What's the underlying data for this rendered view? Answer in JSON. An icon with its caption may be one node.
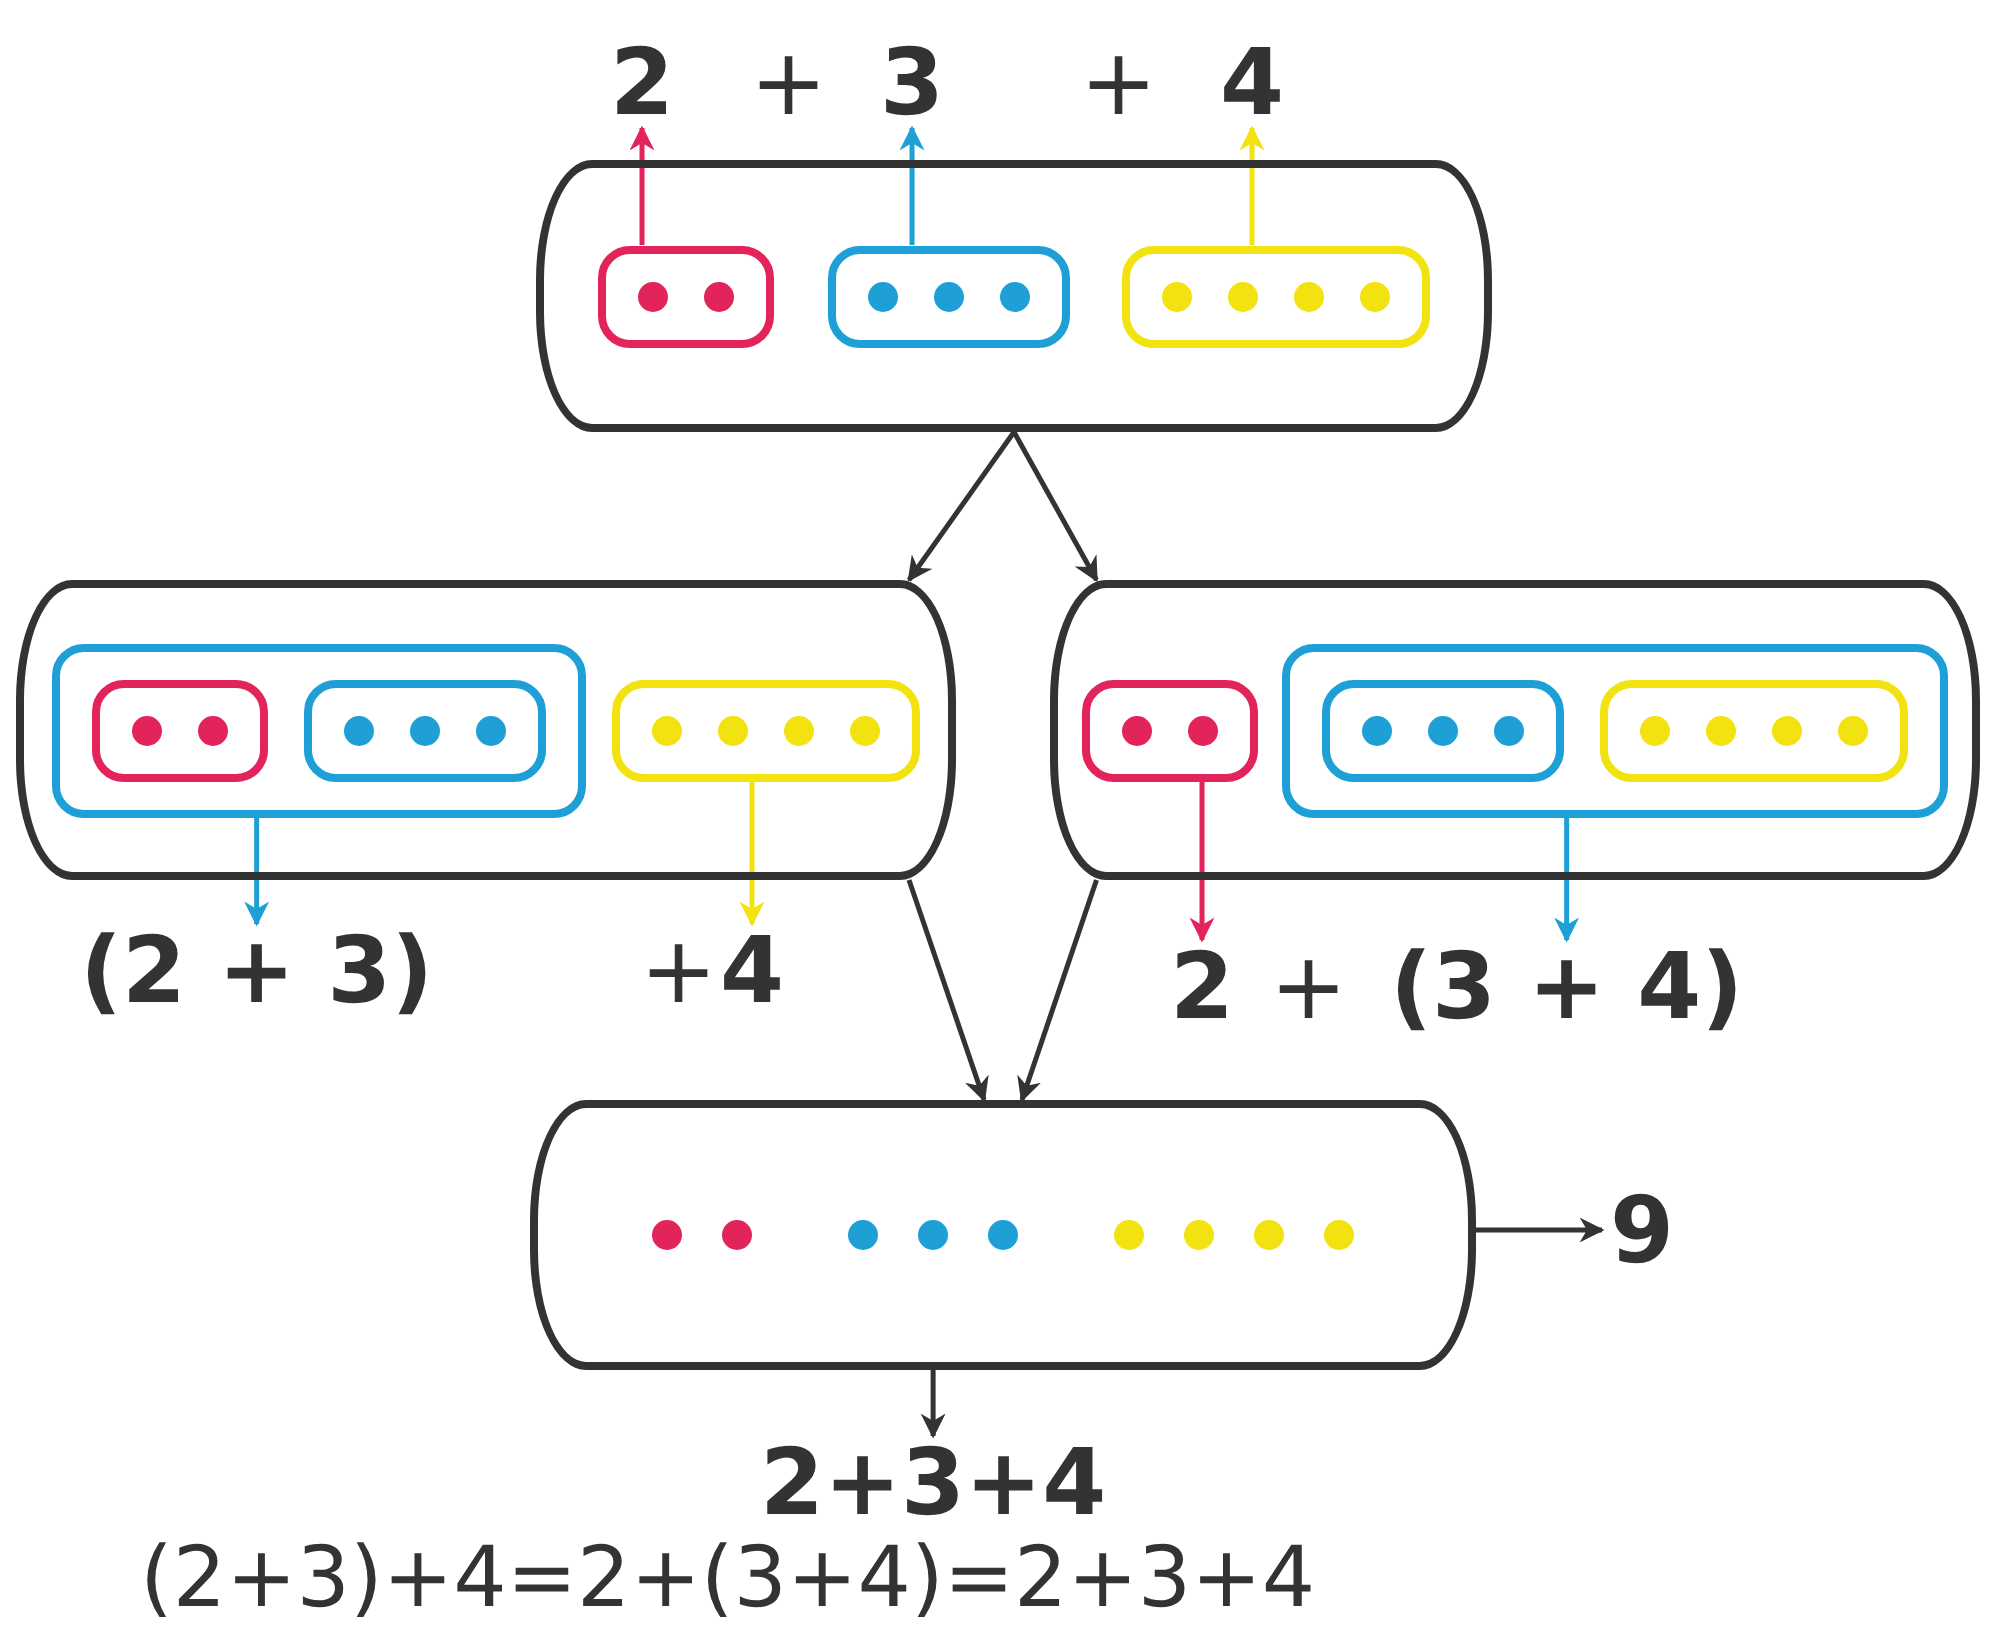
{
  "diagram": {
    "caption": "(2+3)+4=2+(3+4)=2+3+4",
    "nodes": [
      {
        "text": [
          "2"
        ]
      },
      {
        "text": [
          "3"
        ]
      },
      {
        "text": [
          "4"
        ]
      },
      {
        "text": [],
        "shape": "box"
      },
      {
        "text": [],
        "shape": "box",
        "in": 3
      },
      {
        "text": [],
        "shape": "circle",
        "in": 4
      },
      {
        "text": [],
        "shape": "circle",
        "in": 4
      },
      {
        "text": [],
        "shape": "box",
        "in": 3
      },
      {
        "text": [],
        "shape": "circle",
        "in": 7
      },
      {
        "text": [],
        "shape": "circle",
        "in": 7
      },
      {
        "text": [],
        "shape": "circle",
        "in": 7
      },
      {
        "text": [],
        "shape": "box",
        "in": 3
      },
      {
        "text": [],
        "shape": "circle",
        "in": 11
      },
      {
        "text": [],
        "shape": "circle",
        "in": 11
      },
      {
        "text": [],
        "shape": "circle",
        "in": 11
      },
      {
        "text": [],
        "shape": "circle",
        "in": 11
      },
      {
        "text": [],
        "shape": "box"
      },
      {
        "text": [],
        "shape": "box",
        "in": 16
      },
      {
        "text": [],
        "shape": "box",
        "in": 17
      },
      {
        "text": [],
        "shape": "circle",
        "in": 18
      },
      {
        "text": [],
        "shape": "circle",
        "in": 18
      },
      {
        "text": [],
        "shape": "box",
        "in": 17
      },
      {
        "text": [],
        "shape": "circle",
        "in": 21
      },
      {
        "text": [],
        "shape": "circle",
        "in": 21
      },
      {
        "text": [],
        "shape": "circle",
        "in": 21
      },
      {
        "text": [],
        "shape": "box",
        "in": 16
      },
      {
        "text": [],
        "shape": "circle",
        "in": 25
      },
      {
        "text": [],
        "shape": "circle",
        "in": 25
      },
      {
        "text": [],
        "shape": "circle",
        "in": 25
      },
      {
        "text": [],
        "shape": "circle",
        "in": 25
      },
      {
        "text": [],
        "shape": "box"
      },
      {
        "text": [],
        "shape": "box",
        "in": 30
      },
      {
        "text": [],
        "shape": "circle",
        "in": 31
      },
      {
        "text": [],
        "shape": "circle",
        "in": 31
      },
      {
        "text": [],
        "shape": "box",
        "in": 30
      },
      {
        "text": [],
        "shape": "box",
        "in": 34
      },
      {
        "text": [],
        "shape": "circle",
        "in": 35
      },
      {
        "text": [],
        "shape": "circle",
        "in": 35
      },
      {
        "text": [],
        "shape": "circle",
        "in": 35
      },
      {
        "text": [],
        "shape": "box",
        "in": 34
      },
      {
        "text": [],
        "shape": "circle",
        "in": 39
      },
      {
        "text": [],
        "shape": "circle",
        "in": 39
      },
      {
        "text": [],
        "shape": "circle",
        "in": 39
      },
      {
        "text": [],
        "shape": "circle",
        "in": 39
      },
      {
        "text": [
          "(2 + 3)"
        ]
      },
      {
        "text": [
          "4"
        ]
      },
      {
        "text": [
          "2"
        ]
      },
      {
        "text": [
          "(3 + 4)"
        ]
      },
      {
        "text": [],
        "shape": "box"
      },
      {
        "text": [],
        "shape": "circle",
        "in": 48
      },
      {
        "text": [],
        "shape": "circle",
        "in": 48
      },
      {
        "text": [],
        "shape": "circle",
        "in": 48
      },
      {
        "text": [],
        "shape": "circle",
        "in": 48
      },
      {
        "text": [],
        "shape": "circle",
        "in": 48
      },
      {
        "text": [],
        "shape": "circle",
        "in": 48
      },
      {
        "text": [],
        "shape": "circle",
        "in": 48
      },
      {
        "text": [],
        "shape": "circle",
        "in": 48
      },
      {
        "text": [],
        "shape": "circle",
        "in": 48
      },
      {
        "text": [
          "9"
        ]
      },
      {
        "text": [
          "2+3+4"
        ]
      }
    ],
    "edges": [
      {
        "from": 4,
        "to": 0,
        "arrow": "to",
        "color": "#e2245a"
      },
      {
        "from": 7,
        "to": 1,
        "arrow": "to",
        "color": "#1e9fd6"
      },
      {
        "from": 11,
        "to": 2,
        "arrow": "to",
        "color": "#f2e20f"
      },
      {
        "from": 3,
        "to": 16,
        "arrow": "to"
      },
      {
        "from": 3,
        "to": 30,
        "arrow": "to"
      },
      {
        "from": 17,
        "to": 44,
        "arrow": "to",
        "color": "#1e9fd6"
      },
      {
        "from": 25,
        "to": 45,
        "arrow": "to",
        "color": "#f2e20f"
      },
      {
        "from": 31,
        "to": 46,
        "arrow": "to",
        "color": "#e2245a"
      },
      {
        "from": 34,
        "to": 47,
        "arrow": "to",
        "color": "#1e9fd6"
      },
      {
        "from": 16,
        "to": 48,
        "arrow": "to"
      },
      {
        "from": 30,
        "to": 48,
        "arrow": "to"
      },
      {
        "from": 48,
        "to": 58,
        "arrow": "to"
      },
      {
        "from": 48,
        "to": 59,
        "arrow": "to"
      }
    ],
    "labels": [
      "+",
      "+",
      "+",
      "+"
    ]
  }
}
